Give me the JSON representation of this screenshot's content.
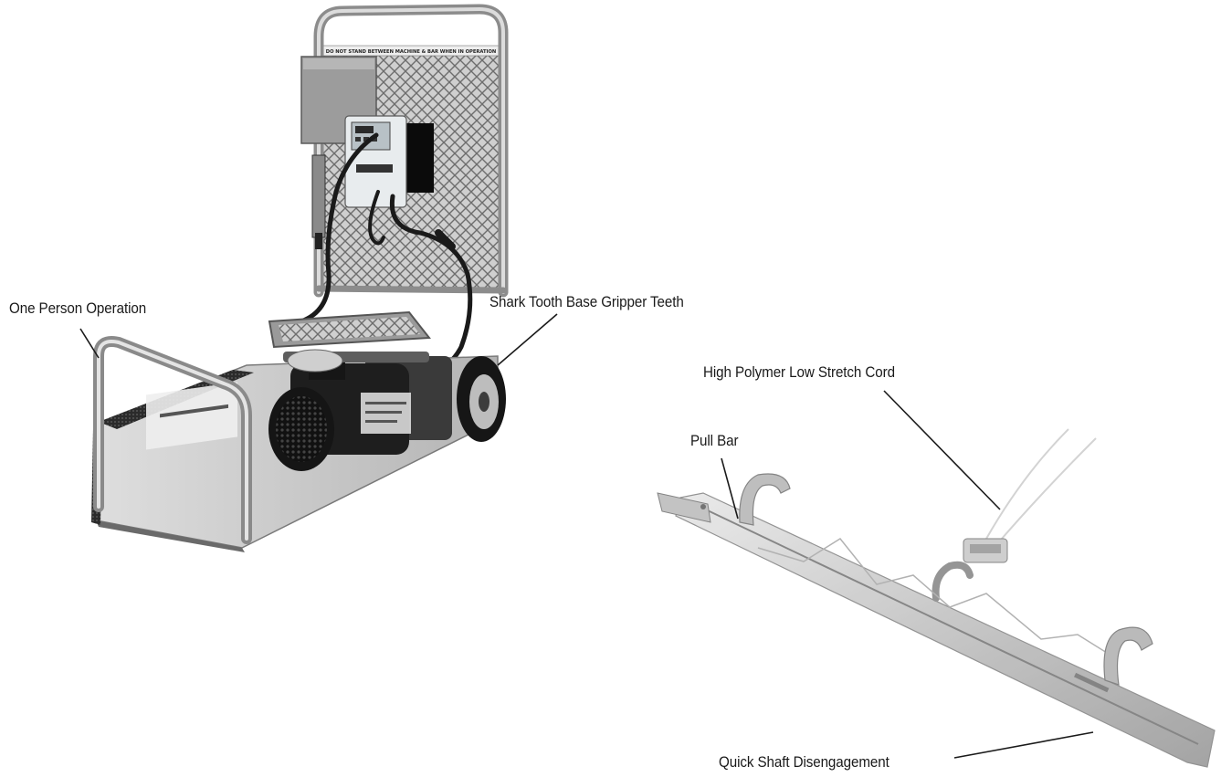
{
  "callouts": {
    "one_person": "One Person Operation",
    "shark_tooth": "Shark Tooth Base Gripper Teeth",
    "polymer_cord": "High Polymer Low Stretch Cord",
    "pull_bar": "Pull Bar",
    "quick_shaft": "Quick Shaft Disengagement"
  },
  "machine": {
    "warning_sign": "DO NOT STAND BETWEEN MACHINE & BAR WHEN IN OPERATION"
  },
  "colors": {
    "background": "#ffffff",
    "frame": "#b9b9b9",
    "motor": "#1e1e1e",
    "label_text": "#1a1a1a"
  }
}
